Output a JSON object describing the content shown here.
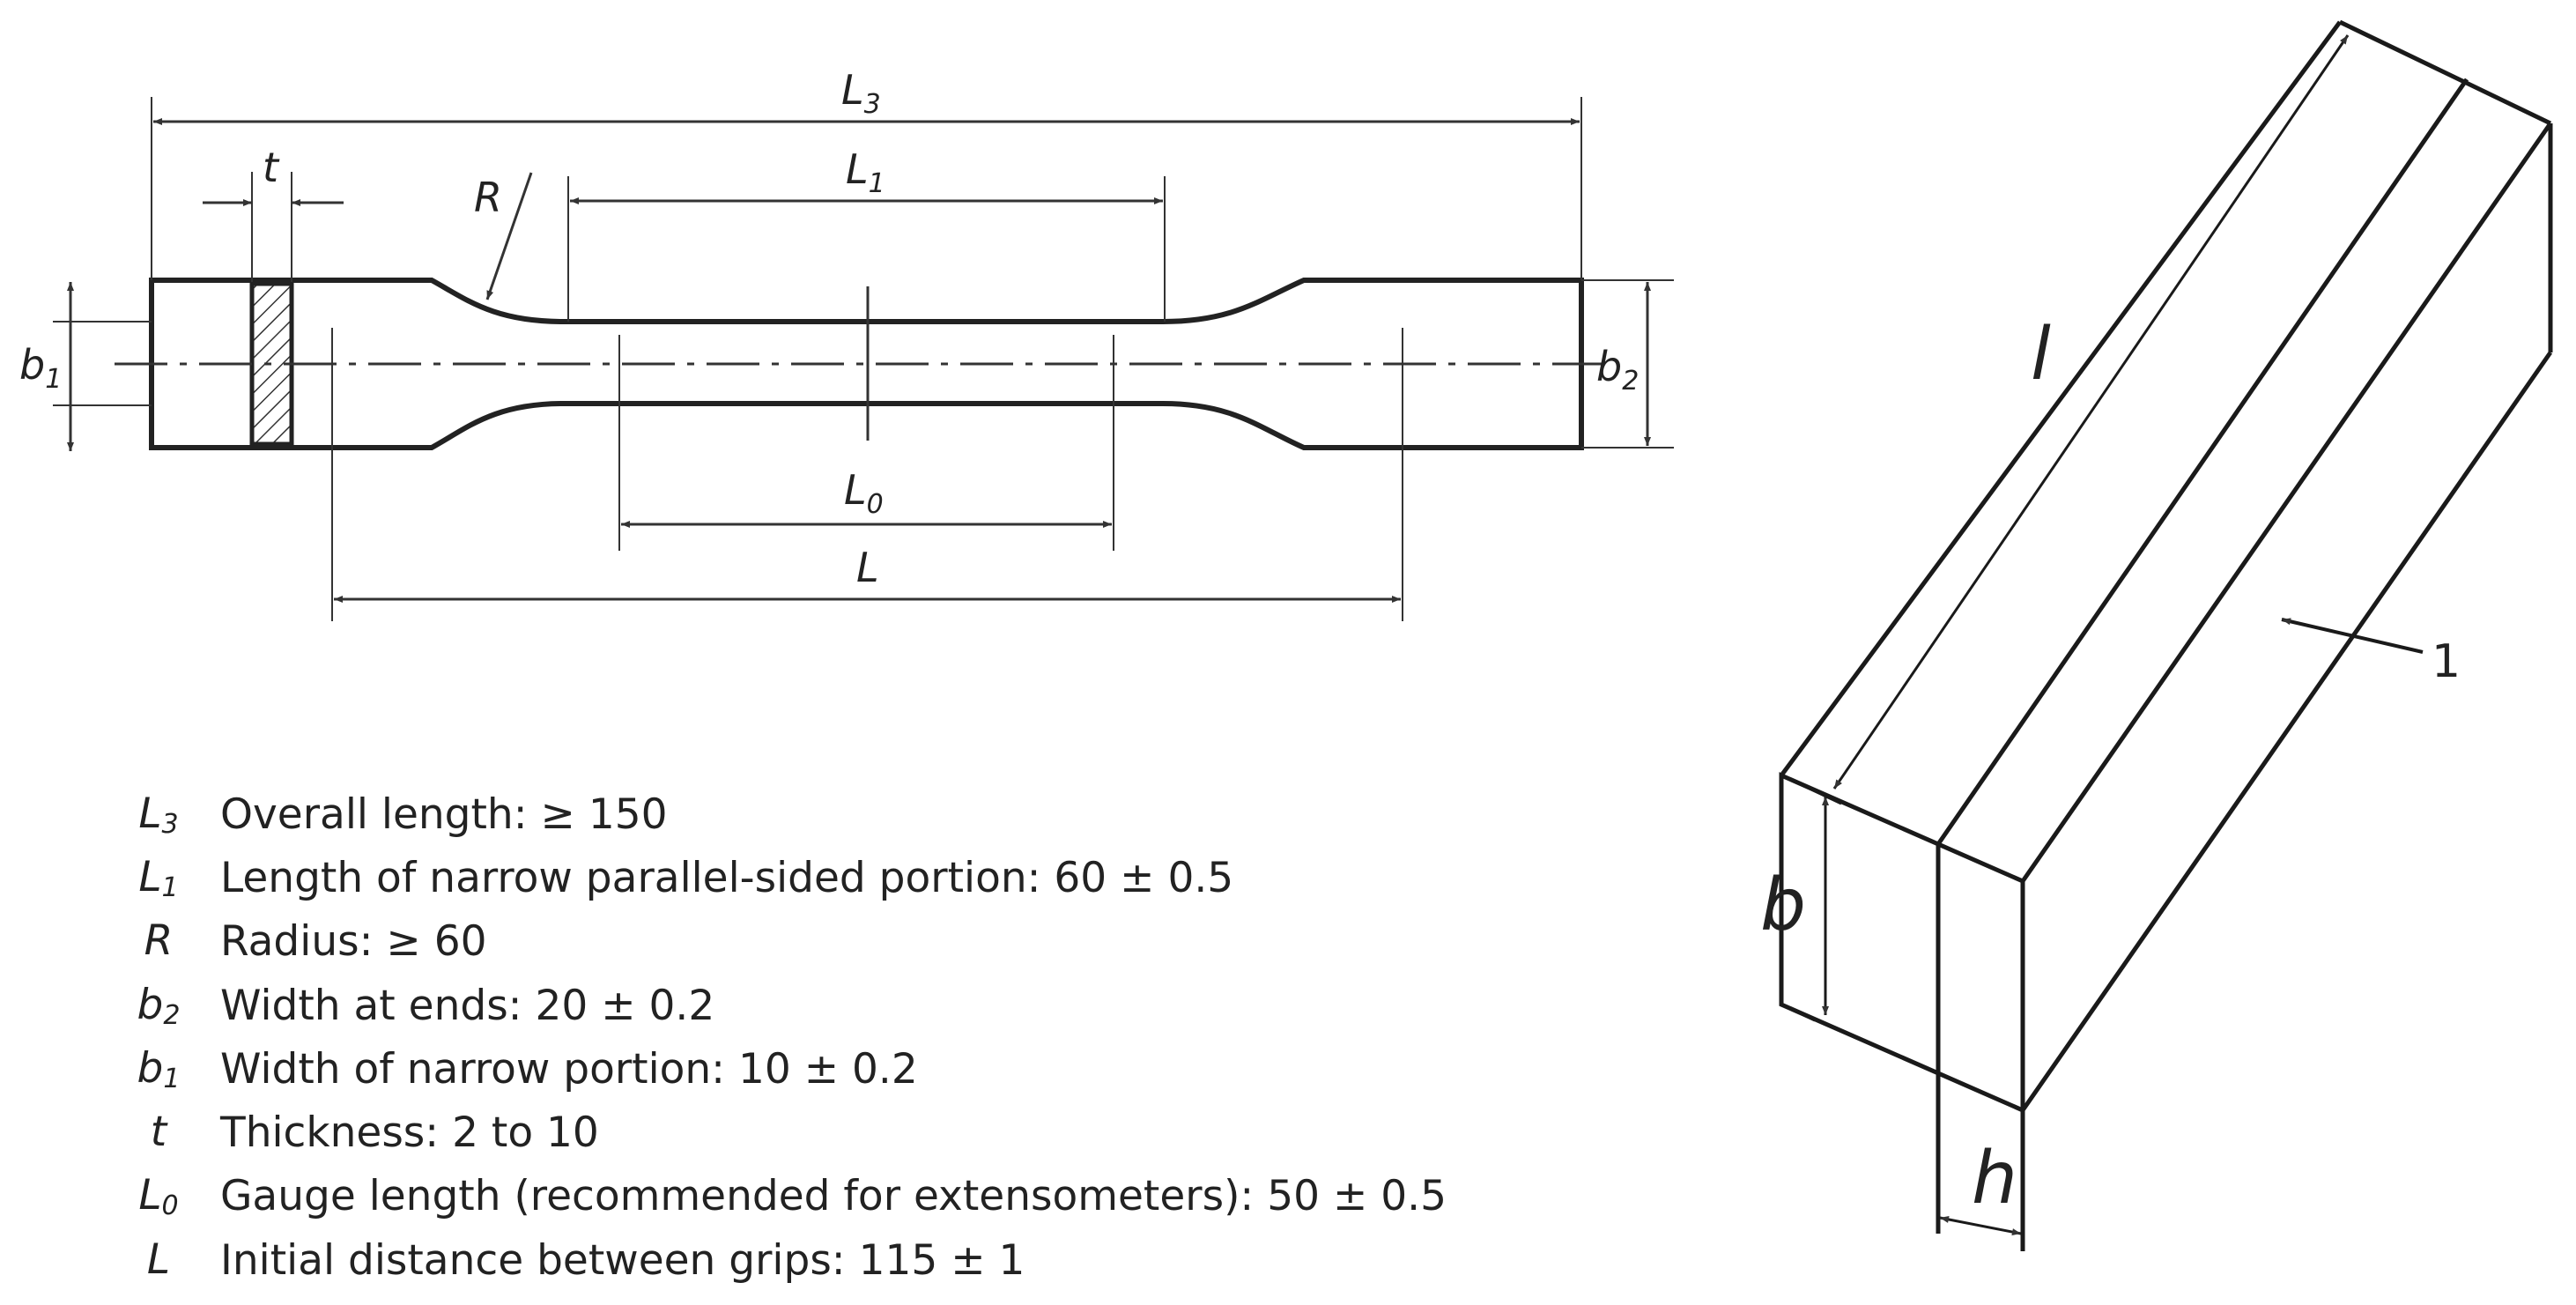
{
  "specimen_labels": {
    "L3": {
      "main": "L",
      "sub": "3"
    },
    "L1": {
      "main": "L",
      "sub": "1"
    },
    "R": {
      "main": "R",
      "sub": ""
    },
    "t": {
      "main": "t",
      "sub": ""
    },
    "b1": {
      "main": "b",
      "sub": "1"
    },
    "b2": {
      "main": "b",
      "sub": "2"
    },
    "L0": {
      "main": "L",
      "sub": "0"
    },
    "L": {
      "main": "L",
      "sub": ""
    }
  },
  "bar_labels": {
    "l": "l",
    "b": "b",
    "h": "h",
    "marker": "1"
  },
  "legend": [
    {
      "symbol": "L",
      "sub": "3",
      "text": "Overall length: ≥ 150"
    },
    {
      "symbol": "L",
      "sub": "1",
      "text": "Length of narrow parallel-sided portion: 60 ± 0.5"
    },
    {
      "symbol": "R",
      "sub": "",
      "text": "Radius: ≥ 60"
    },
    {
      "symbol": "b",
      "sub": "2",
      "text": "Width at ends: 20 ± 0.2"
    },
    {
      "symbol": "b",
      "sub": "1",
      "text": "Width of narrow portion: 10 ± 0.2"
    },
    {
      "symbol": "t",
      "sub": "",
      "text": "Thickness: 2 to 10"
    },
    {
      "symbol": "L",
      "sub": "0",
      "text": "Gauge length (recommended for extensometers): 50 ± 0.5"
    },
    {
      "symbol": "L",
      "sub": "",
      "text": "Initial distance between grips: 115 ± 1"
    }
  ]
}
